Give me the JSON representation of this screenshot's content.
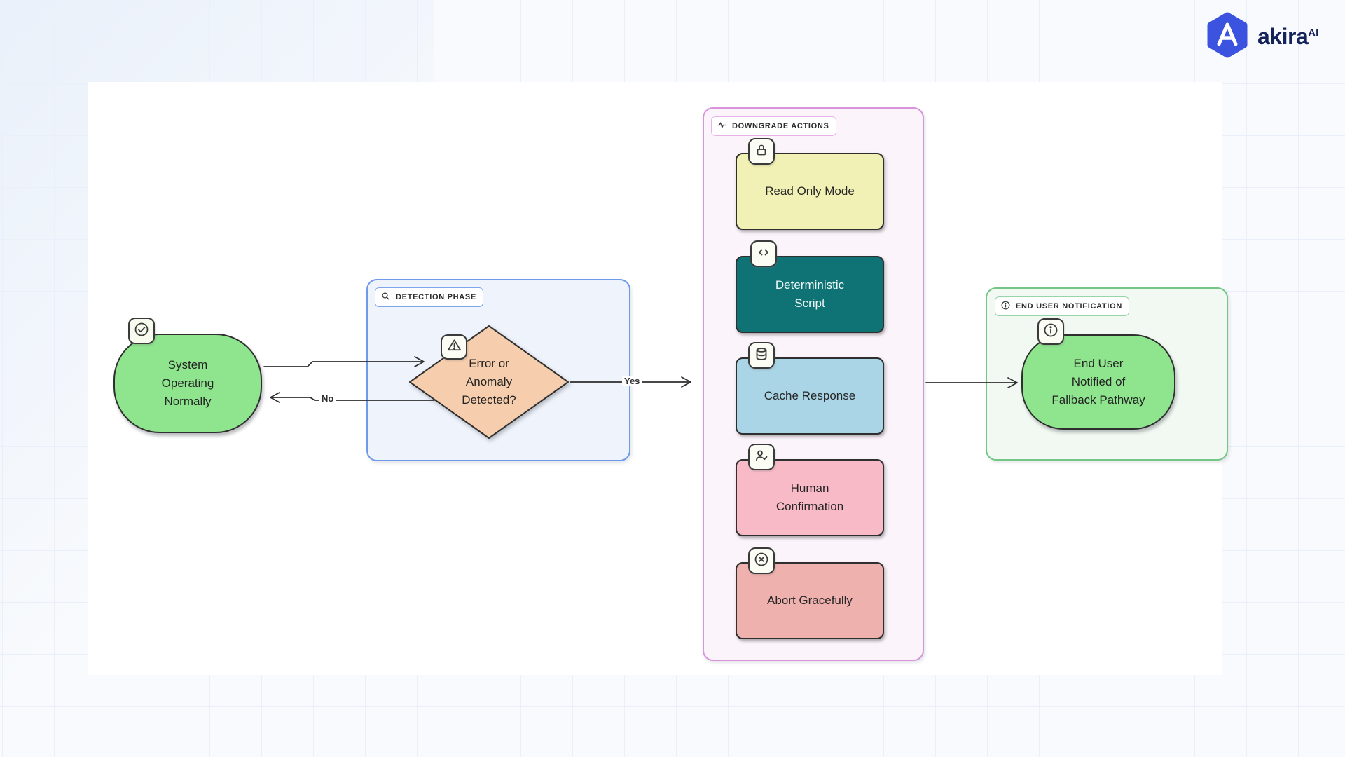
{
  "logo": {
    "brand": "akira",
    "suffix": "AI",
    "hex_color": "#3b53de",
    "text_color": "#15235b"
  },
  "colors": {
    "arrow": "#2e2e2e",
    "node_green": "#8ee58e",
    "diamond_peach": "#f6cead",
    "detection_border": "#6f9ae9",
    "detection_bg": "#eff3fb",
    "downgrade_border": "#d893dc",
    "downgrade_bg": "#fcf4fb",
    "enduser_border": "#74c687",
    "enduser_bg": "#f1f9f2"
  },
  "diagram": {
    "system_node": {
      "label": "System\nOperating\nNormally",
      "badge_icon": "check-circle"
    },
    "detection": {
      "title": "DETECTION PHASE",
      "title_icon": "search",
      "decision_label": "Error or\nAnomaly\nDetected?",
      "decision_badge_icon": "alert-triangle"
    },
    "edges": {
      "yes_label": "Yes",
      "no_label": "No"
    },
    "downgrade": {
      "title": "DOWNGRADE ACTIONS",
      "title_icon": "activity",
      "actions": [
        {
          "label": "Read Only Mode",
          "icon": "lock",
          "fill": "#f1f1b5",
          "text": "#262626"
        },
        {
          "label": "Deterministic\nScript",
          "icon": "code",
          "fill": "#0f7376",
          "text": "#eef8f7"
        },
        {
          "label": "Cache Response",
          "icon": "database",
          "fill": "#a9d5e6",
          "text": "#262626"
        },
        {
          "label": "Human\nConfirmation",
          "icon": "user-check",
          "fill": "#f9bac8",
          "text": "#262626"
        },
        {
          "label": "Abort Gracefully",
          "icon": "x-circle",
          "fill": "#efb1ae",
          "text": "#262626"
        }
      ]
    },
    "end_user": {
      "title": "END USER NOTIFICATION",
      "title_icon": "info",
      "node_label": "End User\nNotified of\nFallback Pathway",
      "badge_icon": "info"
    }
  }
}
